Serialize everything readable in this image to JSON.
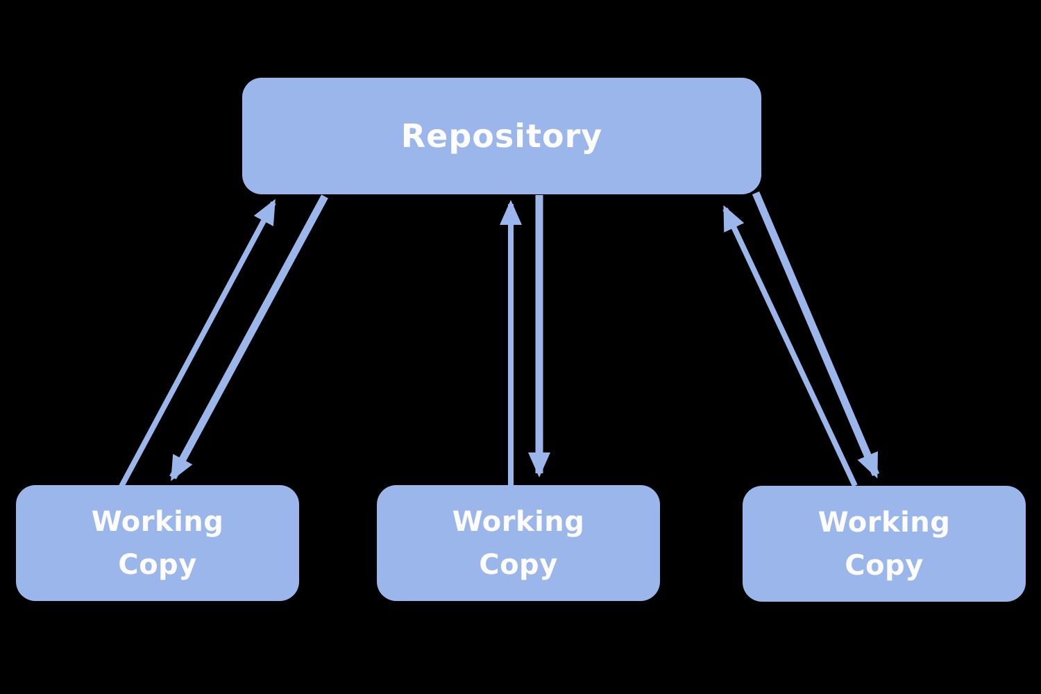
{
  "diagram": {
    "background_color": "#000000",
    "accent_color": "#9AB6EB",
    "label_color": "#FDFDFE",
    "nodes": {
      "repository": {
        "label": "Repository"
      },
      "working_copies": [
        {
          "label": "Working\nCopy"
        },
        {
          "label": "Working\nCopy"
        },
        {
          "label": "Working\nCopy"
        }
      ]
    },
    "edges": [
      {
        "from": "working-copy-1",
        "to": "repository",
        "direction": "up"
      },
      {
        "from": "repository",
        "to": "working-copy-1",
        "direction": "down"
      },
      {
        "from": "working-copy-2",
        "to": "repository",
        "direction": "up"
      },
      {
        "from": "repository",
        "to": "working-copy-2",
        "direction": "down"
      },
      {
        "from": "working-copy-3",
        "to": "repository",
        "direction": "up"
      },
      {
        "from": "repository",
        "to": "working-copy-3",
        "direction": "down"
      }
    ]
  }
}
